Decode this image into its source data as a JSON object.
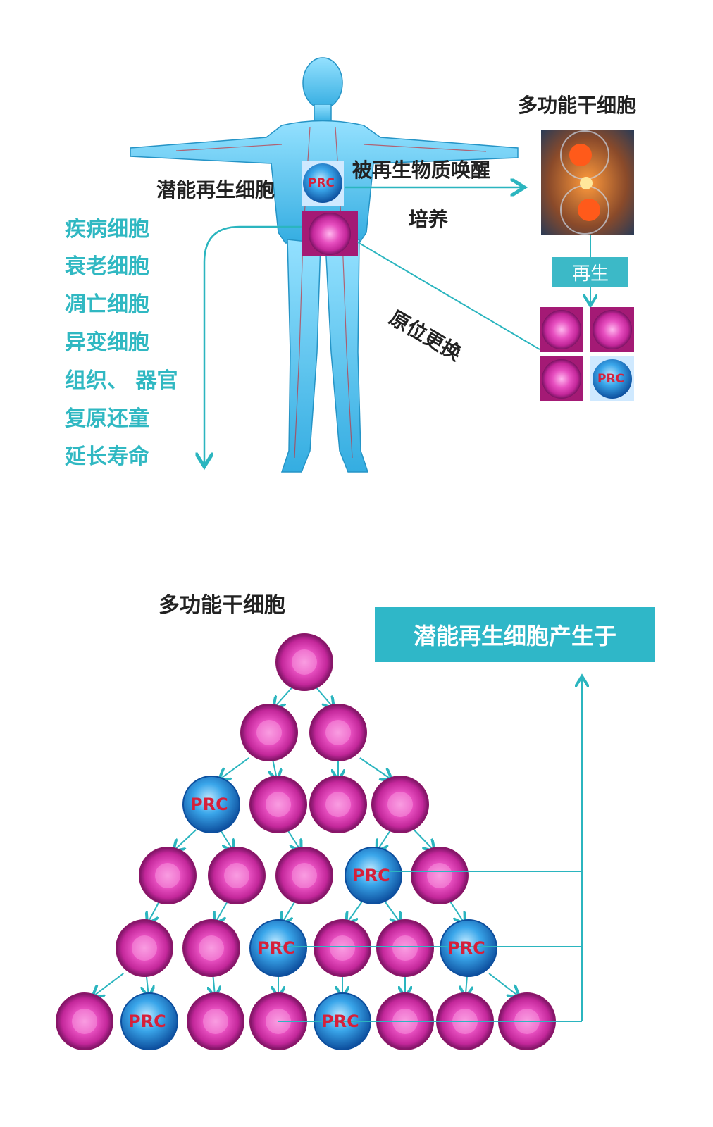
{
  "top": {
    "label_prc_cell": "潜能再生细胞",
    "label_awaken": "被再生物质唤醒",
    "label_culture": "培养",
    "label_stem_cell": "多功能干细胞",
    "label_regen": "再生",
    "label_replace": "原位更换",
    "prc": "PRC",
    "list": [
      "疾病细胞",
      "衰老细胞",
      "凋亡细胞",
      "异变细胞",
      "组织、 器官",
      "复原还童",
      "延长寿命"
    ]
  },
  "bottom": {
    "title": "多功能干细胞",
    "box_label": "潜能再生细胞产生于",
    "prc": "PRC"
  },
  "colors": {
    "teal": "#2bb5bf",
    "cell_pink": "#e046b4",
    "prc_blue": "#1e8fd8",
    "prc_red": "#d6203a"
  }
}
